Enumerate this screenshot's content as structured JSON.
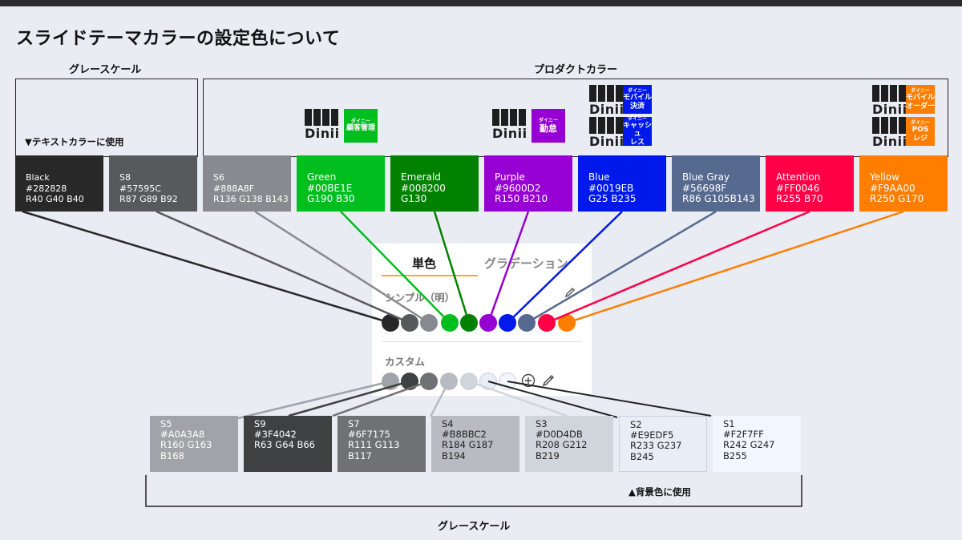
{
  "title": "スライドテーマカラーの設定色について",
  "labels": {
    "grayscale_top": "グレースケール",
    "product": "プロダクトカラー",
    "grayscale_bottom": "グレースケール",
    "text_note": "▼テキストカラーに使用",
    "bg_note": "▲背景色に使用"
  },
  "top_swatches": [
    {
      "name": "Black",
      "hex": "#282828",
      "rgb": "R40 G40 B40",
      "color": "#282828"
    },
    {
      "name": "S8",
      "hex": "#57595C",
      "rgb": "R87 G89 B92",
      "color": "#57595C"
    },
    {
      "name": "S6",
      "hex": "#888A8F",
      "rgb": "R136 G138 B143",
      "color": "#888A8F"
    },
    {
      "name": "Green",
      "hex": "#00BE1E",
      "rgb": "G190 B30",
      "color": "#00BE1E"
    },
    {
      "name": "Emerald",
      "hex": "#008200",
      "rgb": "G130",
      "color": "#008200"
    },
    {
      "name": "Purple",
      "hex": "#9600D2",
      "rgb": "R150 B210",
      "color": "#9600D2"
    },
    {
      "name": "Blue",
      "hex": "#0019EB",
      "rgb": "G25 B235",
      "color": "#0019EB"
    },
    {
      "name": "Blue Gray",
      "hex": "#56698F",
      "rgb": "R86 G105B143",
      "color": "#56698F"
    },
    {
      "name": "Attention",
      "hex": "#FF0046",
      "rgb": "R255 B70",
      "color": "#FF0046"
    },
    {
      "name": "Yellow",
      "hex": "#F9AA00",
      "rgb": "R250 G170",
      "color": "#FF7E00"
    }
  ],
  "bottom_swatches": [
    {
      "name": "S5",
      "hex": "#A0A3A8",
      "rgb1": "R160 G163",
      "rgb2": "B168",
      "color": "#A0A3A8"
    },
    {
      "name": "S9",
      "hex": "#3F4042",
      "rgb1": "R63 G64 B66",
      "rgb2": "",
      "color": "#3F4042"
    },
    {
      "name": "S7",
      "hex": "#6F7175",
      "rgb1": "R111 G113",
      "rgb2": "B117",
      "color": "#6F7175"
    },
    {
      "name": "S4",
      "hex": "#B8BBC2",
      "rgb1": "R184 G187",
      "rgb2": "B194",
      "color": "#B8BBC2"
    },
    {
      "name": "S3",
      "hex": "#D0D4DB",
      "rgb1": "R208 G212",
      "rgb2": "B219",
      "color": "#D0D4DB"
    },
    {
      "name": "S2",
      "hex": "#E9EDF5",
      "rgb1": "R233 G237",
      "rgb2": "B245",
      "color": "#E9EDF5"
    },
    {
      "name": "S1",
      "hex": "#F2F7FF",
      "rgb1": "R242 G247",
      "rgb2": "B255",
      "color": "#F2F7FF"
    }
  ],
  "panel": {
    "tab_single": "単色",
    "tab_gradient": "グラデーション",
    "section_simple": "シンプル（明）",
    "section_custom": "カスタム",
    "add_icon": "plus-circle-icon",
    "eyedropper_icon": "eyedropper-icon"
  },
  "logo_word": "Dinii",
  "logo_tags": {
    "small": "ダイニー",
    "customer": "顧客管理",
    "attendance": "勤怠",
    "mobile_pay": "モバイル決済",
    "mobile_pay_l1": "モバイル",
    "mobile_pay_l2": "決済",
    "cashless_l1": "キャッシュ",
    "cashless_l2": "レス",
    "mobile_order_l1": "モバイル",
    "mobile_order_l2": "オーダー",
    "pos_l1": "POS",
    "pos_l2": "レジ"
  },
  "tag_colors": {
    "green": "#00BE1E",
    "purple": "#9600D2",
    "blue": "#0019EB",
    "orange": "#FF7E00"
  }
}
